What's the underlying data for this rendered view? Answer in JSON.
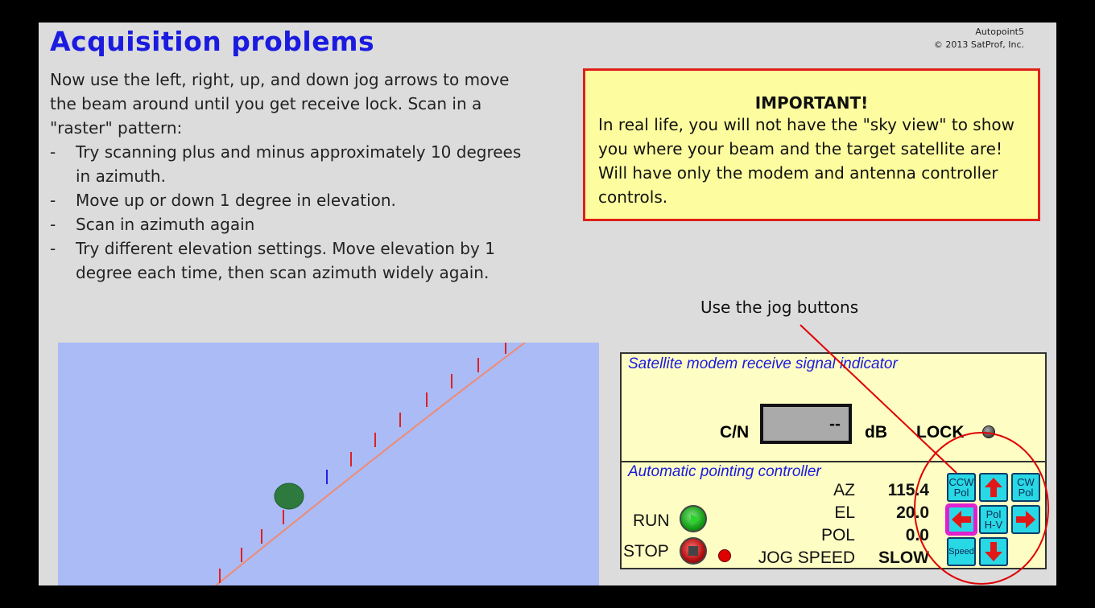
{
  "slide": {
    "title": "Acquisition problems",
    "credit_line1": "Autopoint5",
    "credit_line2": "© 2013 SatProf, Inc."
  },
  "instructions": {
    "intro": "Now use the left, right, up, and down jog arrows to move the beam around until you get receive lock. Scan in a \"raster\" pattern:",
    "bullets": [
      "Try scanning plus and minus approximately 10 degrees in azimuth.",
      "Move up or down 1 degree in elevation.",
      "Scan in azimuth again",
      "Try different elevation settings. Move elevation by 1 degree each time, then scan azimuth widely again."
    ],
    "dash": "-"
  },
  "important": {
    "title": "IMPORTANT!",
    "text": "In real life, you will not have the \"sky view\" to show you where your beam and the target satellite are!  Will have only the modem and antenna controller controls."
  },
  "callout": {
    "text": "Use the jog buttons"
  },
  "modem": {
    "title": "Satellite modem receive signal indicator",
    "cn_label": "C/N",
    "cn_value": "--",
    "unit": "dB",
    "lock_label": "LOCK"
  },
  "controller": {
    "title": "Automatic pointing controller",
    "readouts": [
      {
        "label": "AZ",
        "value": "115.4"
      },
      {
        "label": "EL",
        "value": "20.0"
      },
      {
        "label": "POL",
        "value": "0.0"
      },
      {
        "label": "JOG SPEED",
        "value": "SLOW"
      }
    ],
    "run_label": "RUN",
    "stop_label": "STOP",
    "jog": {
      "ccw_pol": "CCW\nPol",
      "cw_pol": "CW\nPol",
      "pol_hv": "Pol\nH-V",
      "speed": "Speed"
    }
  },
  "colors": {
    "title_blue": "#1a1ae0",
    "sky": "#aabbf6",
    "beam": "#2e7a3e",
    "arc": "#f08a70",
    "callout_circle": "#e00000",
    "jog_button": "#28d8e4",
    "jog_selected": "#e020d0"
  }
}
